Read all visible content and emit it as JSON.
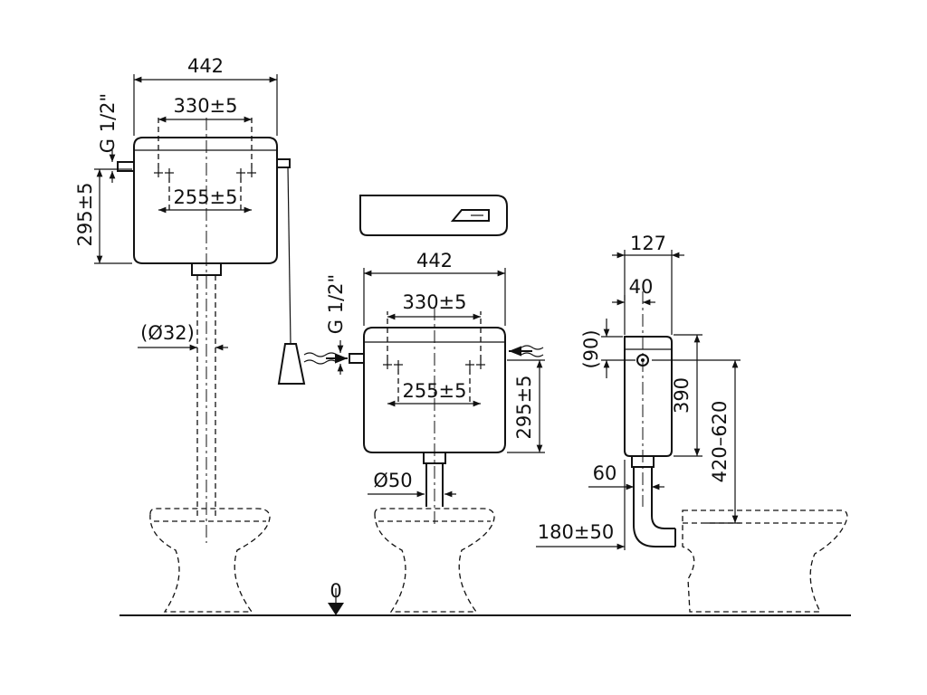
{
  "high_level": {
    "width": "442",
    "hole_spacing_outer": "330±5",
    "hole_spacing_inner": "255±5",
    "height": "295±5",
    "inlet_thread": "G 1/2\"",
    "pipe_diameter": "(Ø32)"
  },
  "low_level": {
    "width": "442",
    "hole_spacing_outer": "330±5",
    "hole_spacing_inner": "255±5",
    "height": "295±5",
    "inlet_thread": "G 1/2\"",
    "outlet_diameter": "Ø50"
  },
  "side_view": {
    "depth": "127",
    "inlet_offset": "40",
    "inlet_height": "(90)",
    "tank_height": "390",
    "mount_height": "420–620",
    "pipe_size": "60",
    "pipe_offset": "180±50"
  },
  "floor_level": "0"
}
